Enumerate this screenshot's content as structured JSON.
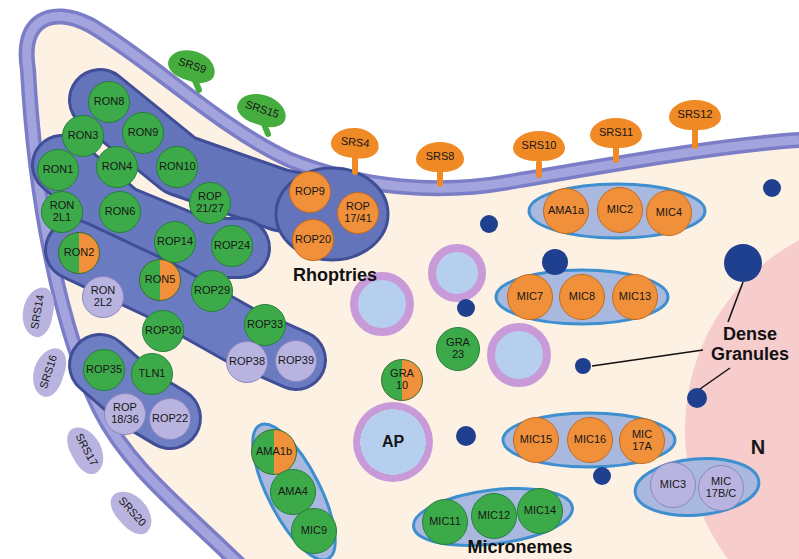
{
  "diagram": {
    "nodes": [
      {
        "text": [
          "SRS9"
        ]
      },
      {
        "text": [
          "SRS15"
        ]
      },
      {
        "text": [
          "SRS4"
        ]
      },
      {
        "text": [
          "SRS8"
        ]
      },
      {
        "text": [
          "SRS10"
        ]
      },
      {
        "text": [
          "SRS11"
        ]
      },
      {
        "text": [
          "SRS12"
        ]
      },
      {
        "text": [
          "RON8"
        ]
      },
      {
        "text": [
          "RON3"
        ]
      },
      {
        "text": [
          "RON9"
        ]
      },
      {
        "text": [
          "RON1"
        ]
      },
      {
        "text": [
          "RON4"
        ]
      },
      {
        "text": [
          "RON10"
        ]
      },
      {
        "text": [
          "ROP 21/27"
        ]
      },
      {
        "text": [
          "ROP9"
        ]
      },
      {
        "text": [
          "ROP 17/41"
        ]
      },
      {
        "text": [
          "RON 2L1"
        ]
      },
      {
        "text": [
          "RON6"
        ]
      },
      {
        "text": [
          "ROP14"
        ]
      },
      {
        "text": [
          "ROP24"
        ]
      },
      {
        "text": [
          "ROP20"
        ]
      },
      {
        "text": [
          "RON2"
        ]
      },
      {
        "text": [
          "RON5"
        ]
      },
      {
        "text": [
          "ROP29"
        ]
      },
      {
        "text": [
          "RON 2L2"
        ]
      },
      {
        "text": [
          "ROP30"
        ]
      },
      {
        "text": [
          "ROP33"
        ]
      },
      {
        "text": [
          "ROP35"
        ]
      },
      {
        "text": [
          "TLN1"
        ]
      },
      {
        "text": [
          "ROP38"
        ]
      },
      {
        "text": [
          "ROP39"
        ]
      },
      {
        "text": [
          "ROP 18/36"
        ]
      },
      {
        "text": [
          "ROP22"
        ]
      },
      {
        "text": [
          "GRA 23"
        ]
      },
      {
        "text": [
          "GRA 10"
        ]
      },
      {
        "text": [
          "AP"
        ]
      },
      {
        "text": [
          "AMA1a"
        ]
      },
      {
        "text": [
          "MIC2"
        ]
      },
      {
        "text": [
          "MIC4"
        ]
      },
      {
        "text": [
          "MIC7"
        ]
      },
      {
        "text": [
          "MIC8"
        ]
      },
      {
        "text": [
          "MIC13"
        ]
      },
      {
        "text": [
          "MIC15"
        ]
      },
      {
        "text": [
          "MIC16"
        ]
      },
      {
        "text": [
          "MIC 17A"
        ]
      },
      {
        "text": [
          "N"
        ]
      },
      {
        "text": [
          "MIC3"
        ]
      },
      {
        "text": [
          "MIC 17B/C"
        ]
      },
      {
        "text": [
          "AMA1b"
        ]
      },
      {
        "text": [
          "AMA4"
        ]
      },
      {
        "text": [
          "MIC9"
        ]
      },
      {
        "text": [
          "MIC11"
        ]
      },
      {
        "text": [
          "MIC12"
        ]
      },
      {
        "text": [
          "MIC14"
        ]
      },
      {
        "text": [
          "SRS14"
        ]
      },
      {
        "text": [
          "SRS16"
        ]
      },
      {
        "text": [
          "SRS17"
        ]
      },
      {
        "text": [
          "SRS20"
        ]
      }
    ],
    "labels": [
      "Rhoptries",
      "Dense Granules",
      "Micronemes"
    ]
  }
}
